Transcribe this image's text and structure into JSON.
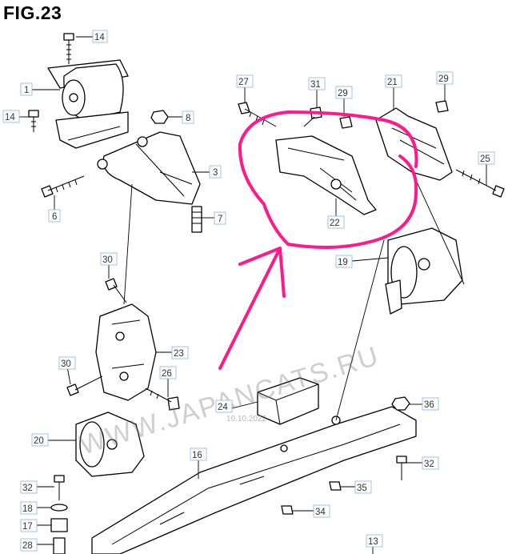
{
  "figure": {
    "title": "FIG.23"
  },
  "watermark": {
    "text": "WWW.JAPANCATS.RU",
    "date": "10.10.2022"
  },
  "callouts": [
    "14",
    "1",
    "14",
    "8",
    "3",
    "6",
    "7",
    "27",
    "31",
    "29",
    "21",
    "29",
    "25",
    "22",
    "19",
    "30",
    "23",
    "30",
    "26",
    "24",
    "36",
    "20",
    "16",
    "32",
    "32",
    "35",
    "18",
    "34",
    "17",
    "28",
    "13"
  ],
  "highlight_color": "#ff1a8c"
}
